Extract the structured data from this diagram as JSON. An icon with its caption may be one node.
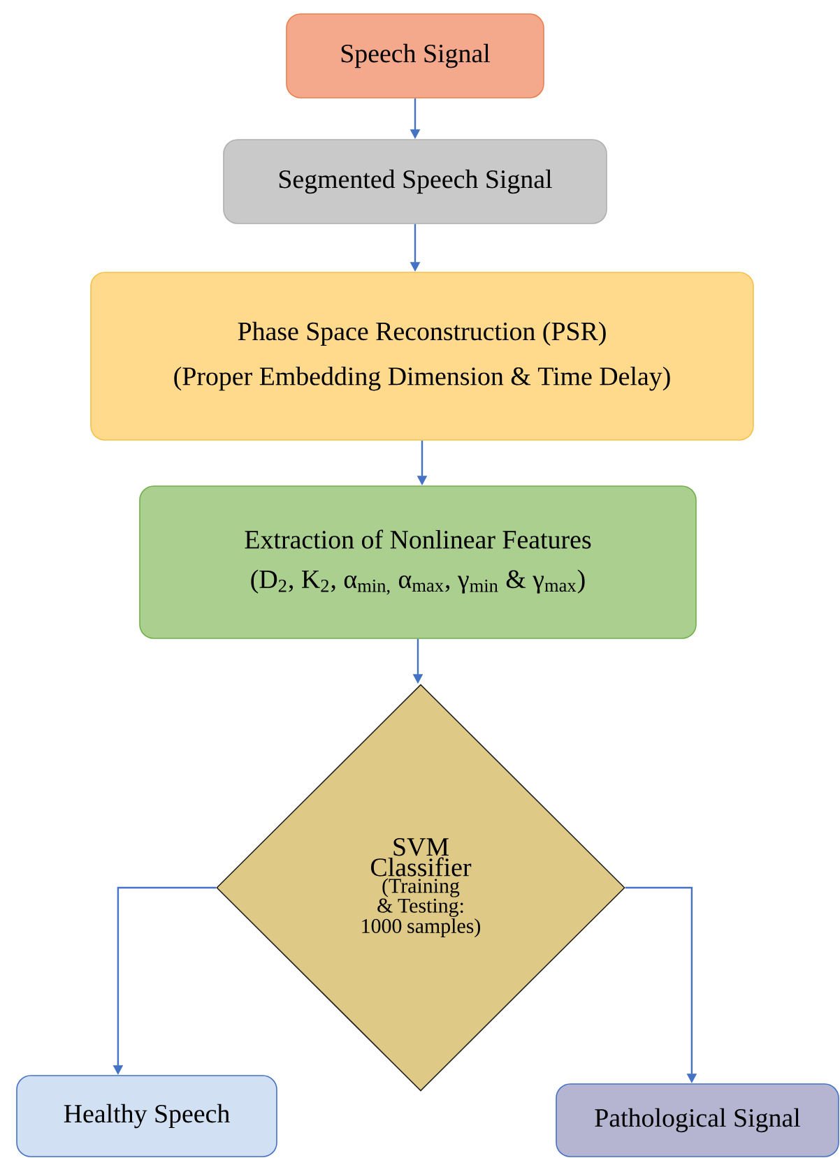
{
  "diagram": {
    "nodes": [
      {
        "text": [
          "Speech Signal"
        ]
      },
      {
        "text": [
          "Segmented Speech Signal"
        ]
      },
      {
        "text": [
          "Phase Space Reconstruction (PSR)",
          "(Proper Embedding Dimension & Time Delay)"
        ]
      },
      {
        "text": [
          "Extraction of Nonlinear Features",
          "(D$_{2}$, K$_{2}$, α$_{min,}$ α$_{max}$, γ$_{min}$ & γ$_{max}$)"
        ]
      },
      {
        "text": [
          "SVM Classifier",
          "(Training & Testing: 1000 samples)"
        ]
      },
      {
        "text": [
          "Healthy Speech"
        ]
      },
      {
        "text": [
          "Pathological Signal"
        ]
      }
    ],
    "edges": [
      {
        "from": 0,
        "to": 1,
        "arrow": "to"
      },
      {
        "from": 1,
        "to": 2,
        "arrow": "to"
      },
      {
        "from": 2,
        "to": 3,
        "arrow": "to"
      },
      {
        "from": 3,
        "to": 4,
        "arrow": "to"
      },
      {
        "from": 4,
        "to": 5,
        "arrow": "to"
      },
      {
        "from": 4,
        "to": 6,
        "arrow": "to"
      }
    ]
  }
}
